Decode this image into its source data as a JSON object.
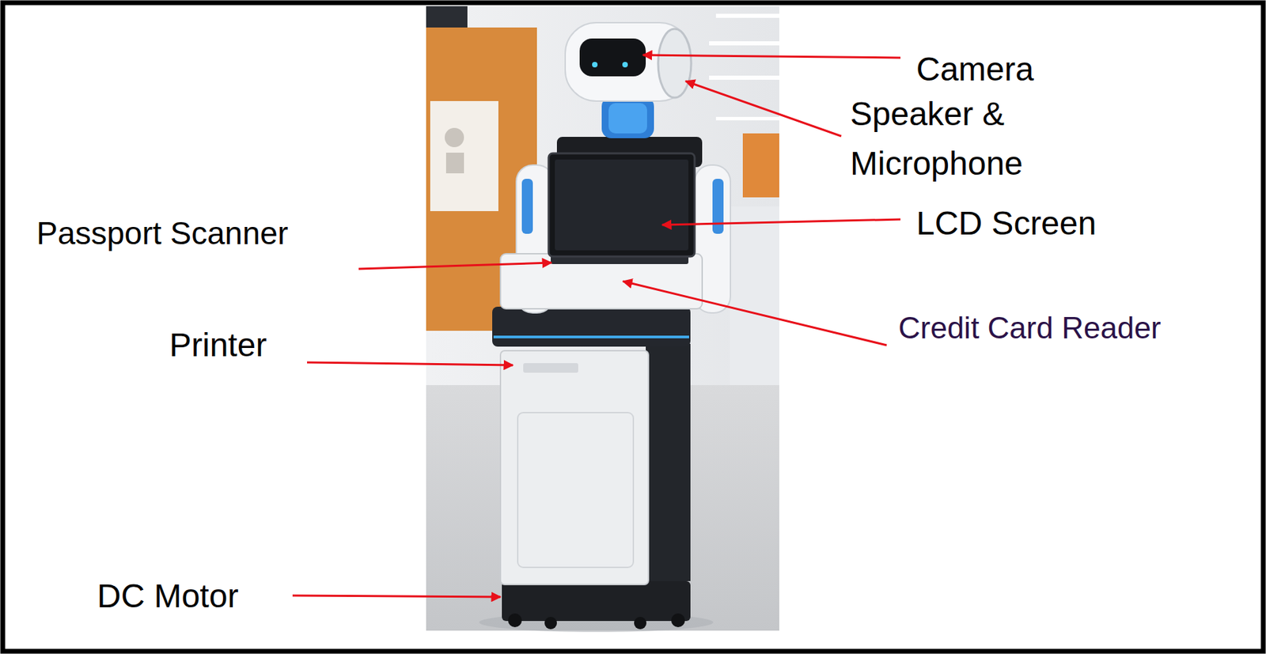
{
  "diagram": {
    "labels": [
      "Camera",
      "Speaker & Microphone",
      "LCD Screen",
      "Passport Scanner",
      "Credit Card Reader",
      "Printer",
      "DC Motor"
    ]
  }
}
